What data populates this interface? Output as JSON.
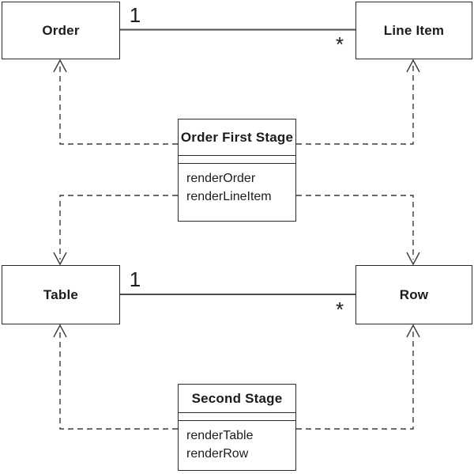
{
  "diagram": {
    "kind": "uml-class-diagram",
    "classes": {
      "order": {
        "name": "Order"
      },
      "line_item": {
        "name": "Line Item"
      },
      "order_first_stage": {
        "name": "Order First Stage",
        "methods": [
          "renderOrder",
          "renderLineItem"
        ]
      },
      "table": {
        "name": "Table"
      },
      "row": {
        "name": "Row"
      },
      "second_stage": {
        "name": "Second Stage",
        "methods": [
          "renderTable",
          "renderRow"
        ]
      }
    },
    "associations": [
      {
        "from": "Order",
        "to": "Line Item",
        "from_multiplicity": "1",
        "to_multiplicity": "*"
      },
      {
        "from": "Table",
        "to": "Row",
        "from_multiplicity": "1",
        "to_multiplicity": "*"
      }
    ],
    "dependencies": [
      {
        "from": "Order First Stage",
        "to": "Order",
        "style": "dashed-open-arrow"
      },
      {
        "from": "Order First Stage",
        "to": "Line Item",
        "style": "dashed-open-arrow"
      },
      {
        "from": "Order First Stage",
        "to": "Table",
        "style": "dashed-open-arrow"
      },
      {
        "from": "Order First Stage",
        "to": "Row",
        "style": "dashed-open-arrow"
      },
      {
        "from": "Second Stage",
        "to": "Table",
        "style": "dashed-open-arrow"
      },
      {
        "from": "Second Stage",
        "to": "Row",
        "style": "dashed-open-arrow"
      }
    ],
    "colors": {
      "background": "#ffffff",
      "box_border": "#2a2a2a",
      "association_line": "#4d4d4d",
      "dependency_line": "#3a3a3a",
      "text": "#1c1c1c"
    }
  }
}
